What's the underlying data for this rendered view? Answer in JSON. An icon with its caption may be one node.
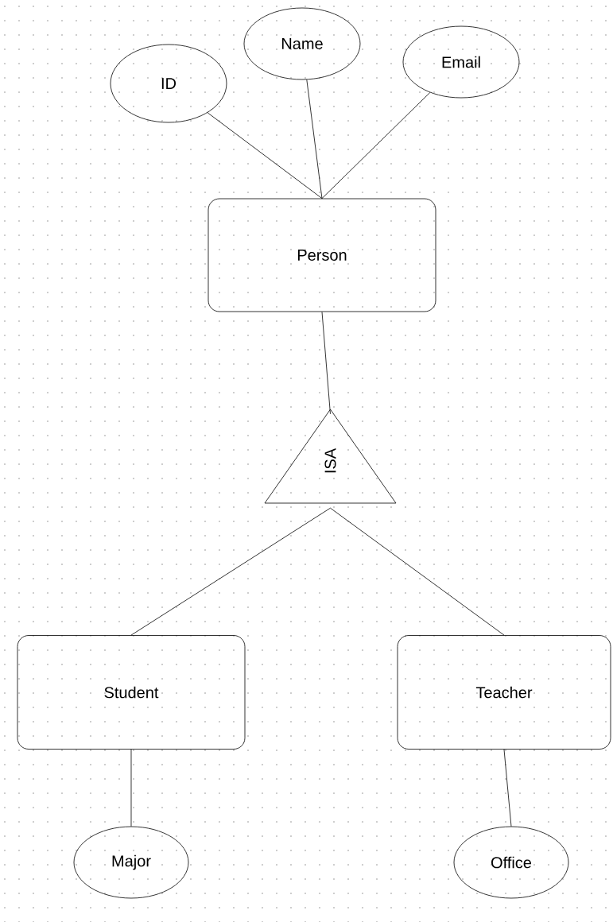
{
  "diagram": {
    "nodes": [
      {
        "text": [
          "ID"
        ]
      },
      {
        "text": [
          "Name"
        ]
      },
      {
        "text": [
          "Email"
        ]
      },
      {
        "text": [
          "Person"
        ]
      },
      {
        "text": [
          "ISA"
        ]
      },
      {
        "text": [
          "Student"
        ]
      },
      {
        "text": [
          "Teacher"
        ]
      },
      {
        "text": [
          "Major"
        ]
      },
      {
        "text": [
          "Office"
        ]
      }
    ],
    "edges": [
      {
        "from": 0,
        "to": 3,
        "arrow": "none"
      },
      {
        "from": 1,
        "to": 3,
        "arrow": "none"
      },
      {
        "from": 2,
        "to": 3,
        "arrow": "none"
      },
      {
        "from": 3,
        "to": 4,
        "arrow": "none"
      },
      {
        "from": 4,
        "to": 5,
        "arrow": "none"
      },
      {
        "from": 4,
        "to": 6,
        "arrow": "none"
      },
      {
        "from": 5,
        "to": 7,
        "arrow": "none"
      },
      {
        "from": 6,
        "to": 8,
        "arrow": "none"
      }
    ]
  }
}
